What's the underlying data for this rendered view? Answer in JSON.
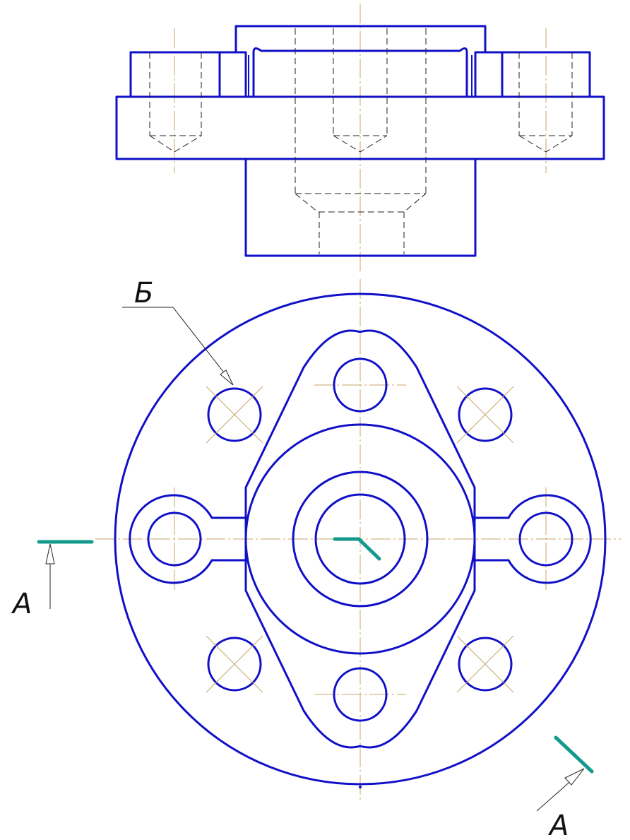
{
  "labels": {
    "callout": "Б",
    "section_left": "А",
    "section_right": "А"
  },
  "colors": {
    "object_line": "#1010c8",
    "hidden_line": "#222222",
    "center_line": "#c9a46a",
    "cutting_plane": "#139a8c"
  }
}
